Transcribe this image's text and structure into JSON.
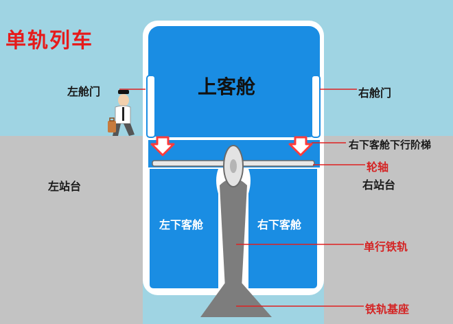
{
  "diagram": {
    "title": "单轨列车",
    "labels": {
      "upper_cabin": "上客舱",
      "left_door": "左舱门",
      "right_door": "右舱门",
      "right_stair": "右下客舱下行阶梯",
      "axle": "轮轴",
      "left_platform": "左站台",
      "right_platform": "右站台",
      "left_lower_cabin": "左下客舱",
      "right_lower_cabin": "右下客舱",
      "rail": "单行铁轨",
      "rail_base": "铁轨基座"
    }
  },
  "colors": {
    "sky": "#9fd4e3",
    "platform": "#c3c3c3",
    "cabin": "#1a8de3",
    "rail": "#7d7d7d",
    "arrow": "#ff3b3b",
    "title": "#e61b1b",
    "label_red": "#d42424"
  },
  "icons": {
    "person": "person-with-bag-icon",
    "arrow": "down-arrow-icon"
  }
}
